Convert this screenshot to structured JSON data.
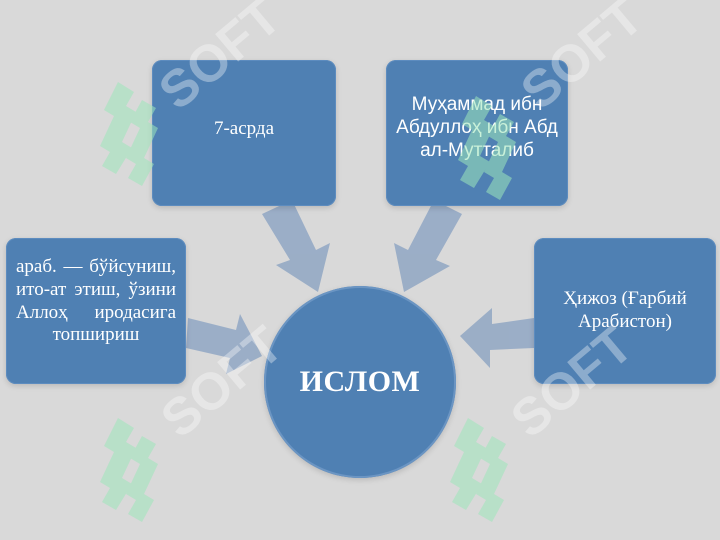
{
  "diagram": {
    "center_label": "ИСЛОМ",
    "nodes": {
      "left": "араб. — бўйсуниш, ито-ат этиш, ўзини Аллоҳ иродасига топшириш",
      "top_left": "7-асрда",
      "top_right": "Муҳаммад ибн Абдуллоҳ ибн Абд ал-Мутталиб",
      "right": "Ҳижоз (Ғарбий Арабистон)"
    }
  },
  "watermark": {
    "text": "SOFT"
  },
  "colors": {
    "background": "#d9d9d9",
    "node_fill": "#4f80b3",
    "arrow_fill": "#98acc6",
    "watermark_green": "#8fe0b0"
  }
}
